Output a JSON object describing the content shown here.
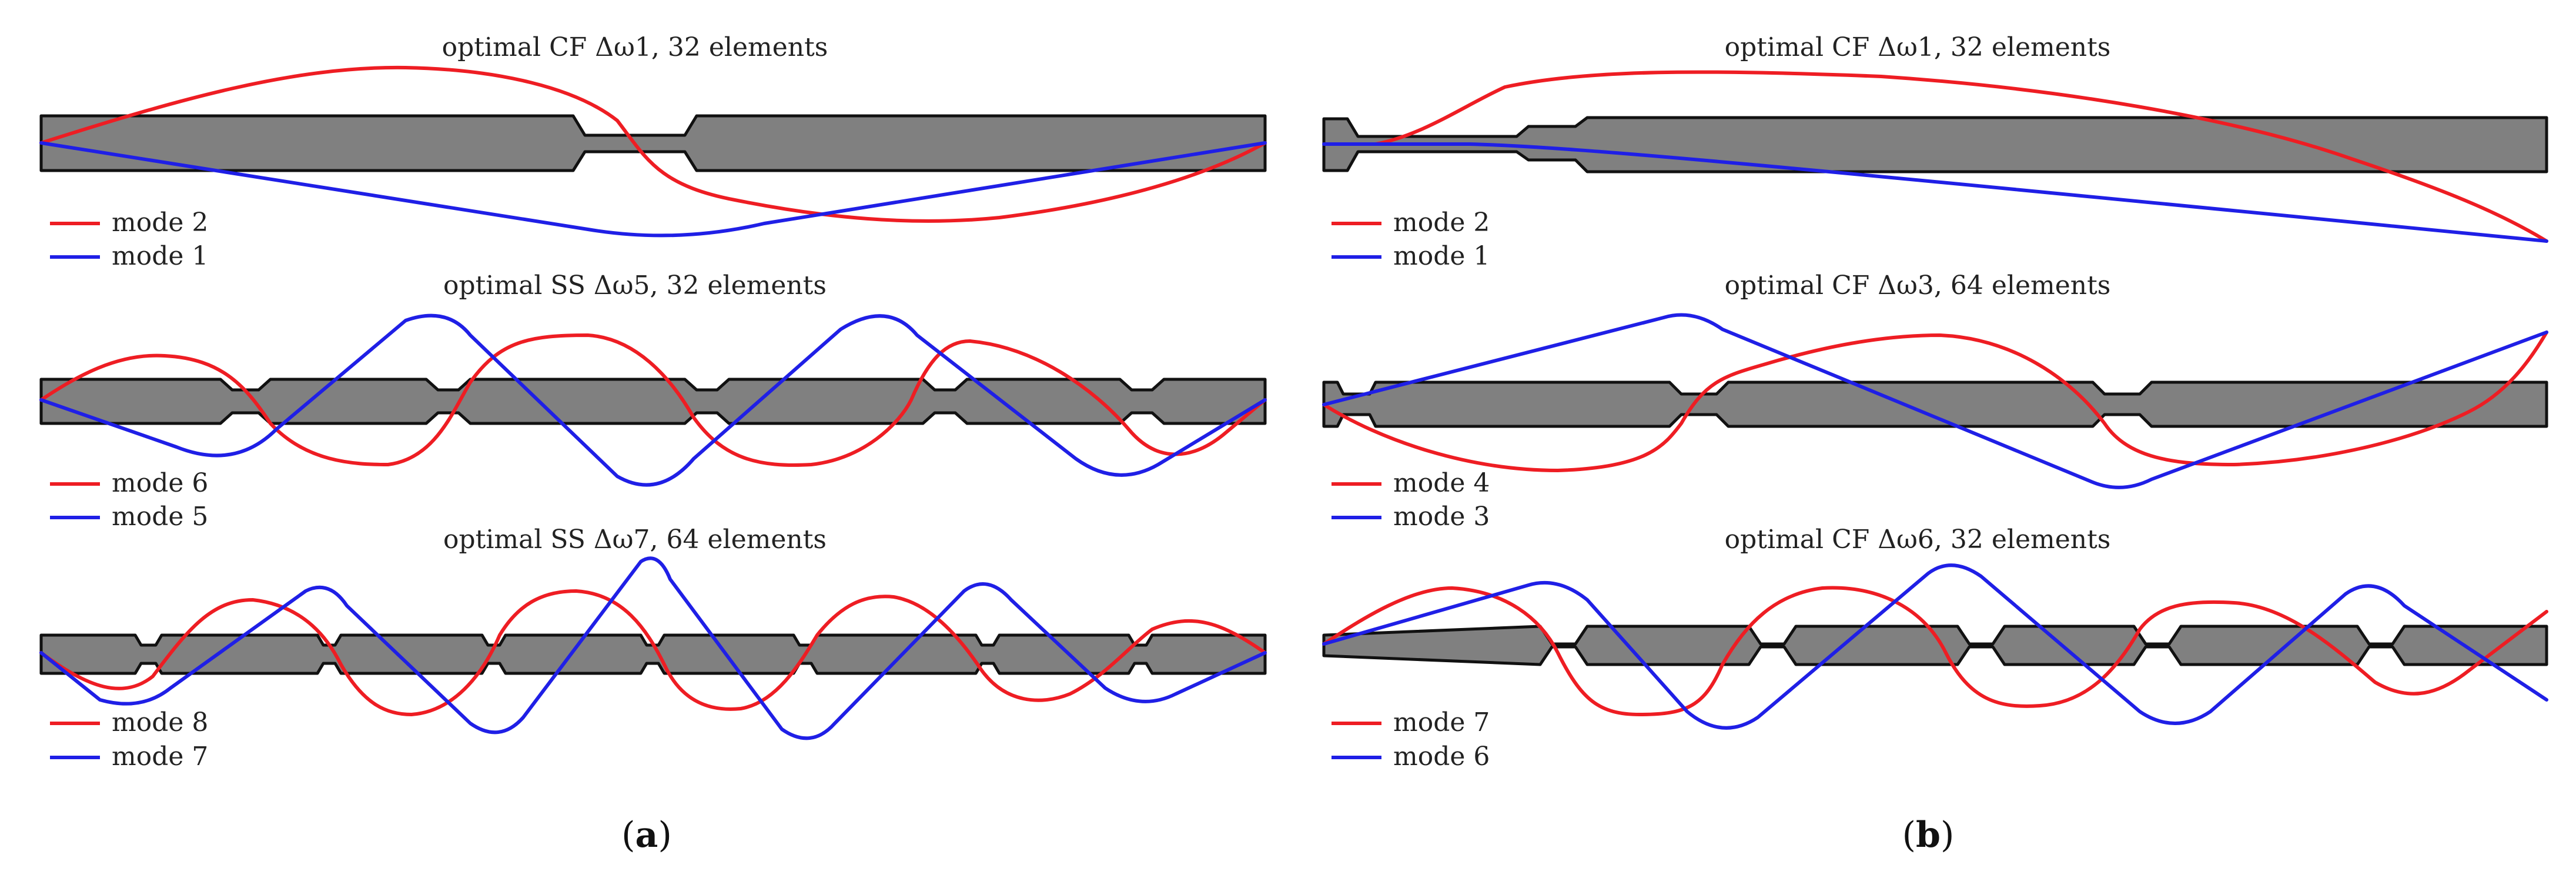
{
  "colors": {
    "red": "#ee1d23",
    "blue": "#1f1fe6",
    "beam_fill": "#808080",
    "beam_edge": "#111111"
  },
  "panels": [
    {
      "caption_letter": "a",
      "rows": [
        {
          "title": "optimal CF Δω1, 32 elements",
          "legend_top": "mode 2",
          "legend_bottom": "mode 1"
        },
        {
          "title": "optimal SS Δω5, 32 elements",
          "legend_top": "mode 6",
          "legend_bottom": "mode 5"
        },
        {
          "title": "optimal SS Δω7, 64 elements",
          "legend_top": "mode 8",
          "legend_bottom": "mode 7"
        }
      ]
    },
    {
      "caption_letter": "b",
      "rows": [
        {
          "title": "optimal CF Δω1, 32 elements",
          "legend_top": "mode 2",
          "legend_bottom": "mode 1"
        },
        {
          "title": "optimal CF Δω3, 64 elements",
          "legend_top": "mode 4",
          "legend_bottom": "mode 3"
        },
        {
          "title": "optimal CF Δω6, 32 elements",
          "legend_top": "mode 7",
          "legend_bottom": "mode 6"
        }
      ]
    }
  ]
}
